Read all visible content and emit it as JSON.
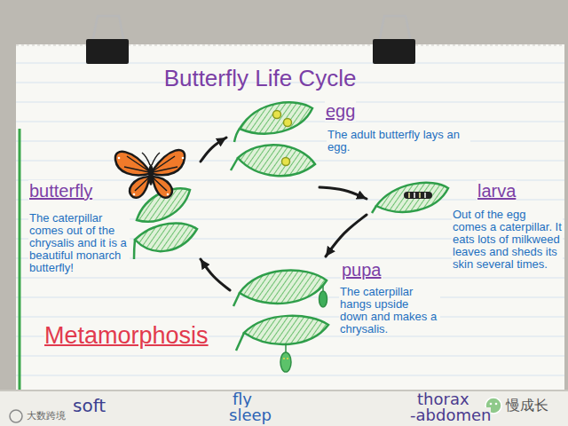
{
  "diagram": {
    "title": "Butterfly Life Cycle",
    "nodes": [
      {
        "text": [
          "egg",
          "The adult butterfly lays an egg."
        ]
      },
      {
        "text": [
          "larva",
          "Out of the egg comes a caterpillar. It eats lots of milkweed leaves and sheds its skin several times."
        ]
      },
      {
        "text": [
          "pupa",
          "The caterpillar hangs upside down and makes a chrysalis."
        ]
      },
      {
        "text": [
          "butterfly",
          "The caterpillar comes out of the chrysalis and it is a beautiful monarch butterfly!"
        ]
      }
    ],
    "edges": [
      {
        "from": 0,
        "to": 1,
        "arrow": "to"
      },
      {
        "from": 1,
        "to": 2,
        "arrow": "to"
      },
      {
        "from": 2,
        "to": 3,
        "arrow": "to"
      },
      {
        "from": 3,
        "to": 0,
        "arrow": "to"
      }
    ],
    "labels": [
      "Metamorphosis",
      "soft",
      "fly",
      "sleep",
      "thorax",
      "-abdomen",
      "慢成长",
      "大数跨境"
    ]
  }
}
